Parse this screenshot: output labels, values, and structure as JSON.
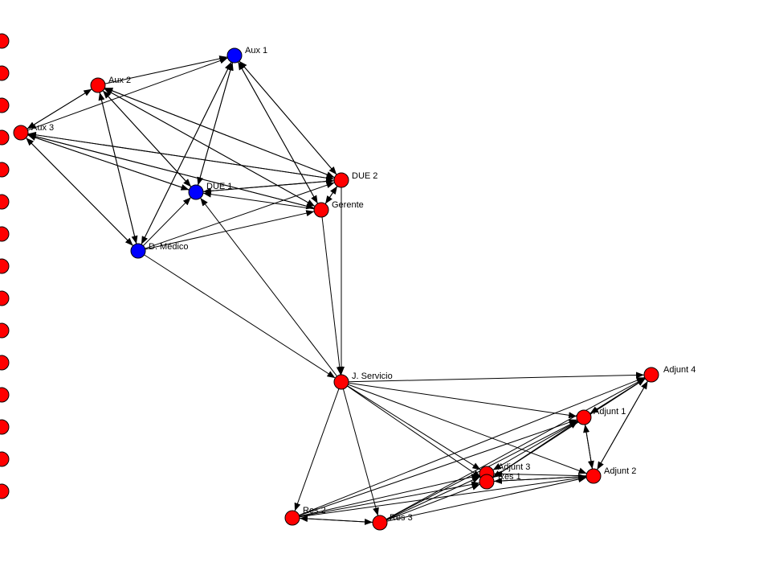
{
  "colors": {
    "background": "#ffffff",
    "edge": "#000000",
    "node_red": "#ff0000",
    "node_blue": "#0000ff",
    "node_outline": "#000000"
  },
  "nodes": [
    {
      "id": "aux1",
      "label": "Aux 1",
      "color": "blue"
    },
    {
      "id": "aux2",
      "label": "Aux 2",
      "color": "red"
    },
    {
      "id": "aux3",
      "label": "Aux 3",
      "color": "red"
    },
    {
      "id": "due1",
      "label": "DUE 1",
      "color": "blue"
    },
    {
      "id": "due2",
      "label": "DUE 2",
      "color": "red"
    },
    {
      "id": "gerente",
      "label": "Gerente",
      "color": "red"
    },
    {
      "id": "dmedico",
      "label": "D. Médico",
      "color": "blue"
    },
    {
      "id": "jservicio",
      "label": "J. Servicio",
      "color": "red"
    },
    {
      "id": "adjunt4",
      "label": "Adjunt 4",
      "color": "red"
    },
    {
      "id": "adjunt1",
      "label": "Adjunt 1",
      "color": "red"
    },
    {
      "id": "adjunt2",
      "label": "Adjunt 2",
      "color": "red"
    },
    {
      "id": "adjunt3",
      "label": "Adjunt 3",
      "color": "red"
    },
    {
      "id": "res1",
      "label": "Res 1",
      "color": "red"
    },
    {
      "id": "res2",
      "label": "Res 2",
      "color": "red"
    },
    {
      "id": "res3",
      "label": "Res 3",
      "color": "red"
    }
  ],
  "edges": [
    [
      "aux2",
      "aux1"
    ],
    [
      "aux3",
      "aux1"
    ],
    [
      "aux3",
      "aux2"
    ],
    [
      "aux2",
      "aux3"
    ],
    [
      "aux1",
      "due1"
    ],
    [
      "due1",
      "aux1"
    ],
    [
      "aux1",
      "dmedico"
    ],
    [
      "dmedico",
      "aux1"
    ],
    [
      "aux1",
      "due2"
    ],
    [
      "due2",
      "aux1"
    ],
    [
      "aux1",
      "gerente"
    ],
    [
      "gerente",
      "aux1"
    ],
    [
      "aux2",
      "due1"
    ],
    [
      "due1",
      "aux2"
    ],
    [
      "aux2",
      "dmedico"
    ],
    [
      "dmedico",
      "aux2"
    ],
    [
      "aux2",
      "due2"
    ],
    [
      "due2",
      "aux2"
    ],
    [
      "aux2",
      "gerente"
    ],
    [
      "gerente",
      "aux2"
    ],
    [
      "aux3",
      "due1"
    ],
    [
      "due1",
      "aux3"
    ],
    [
      "aux3",
      "dmedico"
    ],
    [
      "dmedico",
      "aux3"
    ],
    [
      "aux3",
      "due2"
    ],
    [
      "due2",
      "aux3"
    ],
    [
      "aux3",
      "gerente"
    ],
    [
      "gerente",
      "aux3"
    ],
    [
      "due1",
      "due2"
    ],
    [
      "due2",
      "due1"
    ],
    [
      "gerente",
      "due1"
    ],
    [
      "dmedico",
      "due1"
    ],
    [
      "gerente",
      "due2"
    ],
    [
      "due2",
      "gerente"
    ],
    [
      "dmedico",
      "due2"
    ],
    [
      "dmedico",
      "gerente"
    ],
    [
      "gerente",
      "jservicio"
    ],
    [
      "due2",
      "jservicio"
    ],
    [
      "dmedico",
      "jservicio"
    ],
    [
      "jservicio",
      "due1"
    ],
    [
      "jservicio",
      "adjunt4"
    ],
    [
      "jservicio",
      "adjunt1"
    ],
    [
      "jservicio",
      "adjunt2"
    ],
    [
      "jservicio",
      "adjunt3"
    ],
    [
      "jservicio",
      "res1"
    ],
    [
      "jservicio",
      "res2"
    ],
    [
      "jservicio",
      "res3"
    ],
    [
      "adjunt1",
      "adjunt4"
    ],
    [
      "adjunt4",
      "adjunt1"
    ],
    [
      "adjunt1",
      "adjunt2"
    ],
    [
      "adjunt2",
      "adjunt1"
    ],
    [
      "adjunt2",
      "adjunt4"
    ],
    [
      "adjunt4",
      "adjunt2"
    ],
    [
      "adjunt1",
      "res1"
    ],
    [
      "adjunt2",
      "res1"
    ],
    [
      "adjunt1",
      "adjunt3"
    ],
    [
      "adjunt2",
      "adjunt3"
    ],
    [
      "res2",
      "adjunt4"
    ],
    [
      "res2",
      "adjunt1"
    ],
    [
      "res2",
      "adjunt2"
    ],
    [
      "res2",
      "adjunt3"
    ],
    [
      "res2",
      "res1"
    ],
    [
      "res2",
      "res3"
    ],
    [
      "res3",
      "res2"
    ],
    [
      "res3",
      "adjunt1"
    ],
    [
      "res3",
      "adjunt2"
    ],
    [
      "res3",
      "adjunt3"
    ],
    [
      "res3",
      "res1"
    ],
    [
      "res3",
      "adjunt4"
    ],
    [
      "res1",
      "adjunt1"
    ],
    [
      "res1",
      "adjunt2"
    ],
    [
      "res1",
      "adjunt4"
    ],
    [
      "adjunt3",
      "res1"
    ],
    [
      "res1",
      "adjunt3"
    ]
  ],
  "isolates": {
    "count": 15,
    "color": "red"
  }
}
